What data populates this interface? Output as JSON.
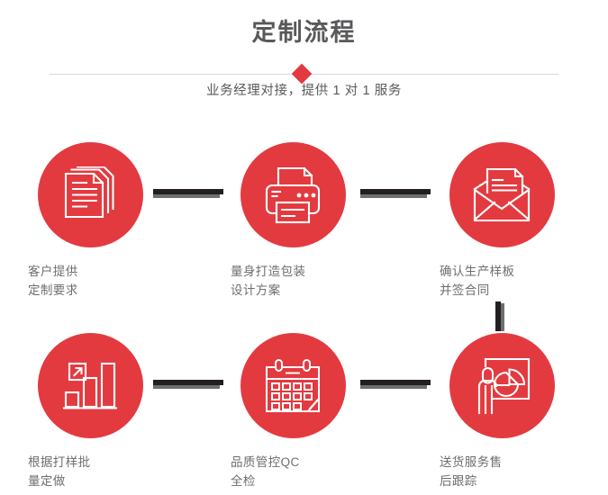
{
  "header": {
    "title": "定制流程",
    "subtitle": "业务经理对接，提供 1 对 1 服务",
    "divider_icon": "diamond-icon"
  },
  "theme": {
    "accent_red": "#E33A40",
    "title_gray": "#58595B",
    "label_gray": "#6D6E71",
    "connector_dark": "#231F20",
    "connector_light": "#6D6E71",
    "divider_line": "#D8D8D8",
    "background": "#FFFFFF"
  },
  "flow": {
    "steps": [
      {
        "index": "1",
        "icon": "documents-stack-icon",
        "label": "客户提供\n定制要求"
      },
      {
        "index": "2",
        "icon": "printer-icon",
        "label": "量身打造包装\n设计方案"
      },
      {
        "index": "3",
        "icon": "envelope-letter-icon",
        "label": "确认生产样板\n并签合同"
      },
      {
        "index": "4",
        "icon": "bar-chart-growth-icon",
        "label": "根据打样批\n量定做"
      },
      {
        "index": "5",
        "icon": "calendar-icon",
        "label": "品质管控QC\n全检"
      },
      {
        "index": "6",
        "icon": "presenter-pie-chart-icon",
        "label": "送货服务售\n后跟踪"
      }
    ],
    "connectors": [
      {
        "name": "connector-1-2",
        "orientation": "horizontal"
      },
      {
        "name": "connector-2-3",
        "orientation": "horizontal"
      },
      {
        "name": "connector-3-4",
        "orientation": "vertical"
      },
      {
        "name": "connector-4-5",
        "orientation": "horizontal"
      },
      {
        "name": "connector-5-6",
        "orientation": "horizontal"
      }
    ]
  }
}
